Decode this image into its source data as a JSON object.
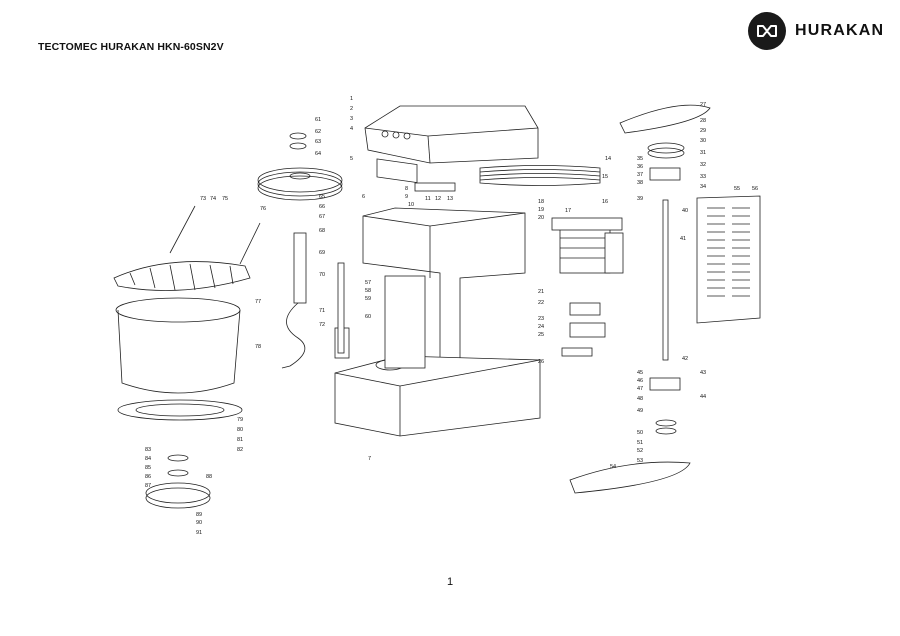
{
  "header": {
    "title": "TECTOMEC HURAKAN HKN-60SN2V",
    "brand": "HURAKAN",
    "logo_icon": "hurakan-infinity-logo-icon"
  },
  "footer": {
    "page_number": "1"
  },
  "diagram": {
    "part_labels": [
      {
        "id": "1"
      },
      {
        "id": "2"
      },
      {
        "id": "3"
      },
      {
        "id": "4"
      },
      {
        "id": "5"
      },
      {
        "id": "6"
      },
      {
        "id": "7"
      },
      {
        "id": "8"
      },
      {
        "id": "9"
      },
      {
        "id": "10"
      },
      {
        "id": "11"
      },
      {
        "id": "12"
      },
      {
        "id": "13"
      },
      {
        "id": "14"
      },
      {
        "id": "15"
      },
      {
        "id": "16"
      },
      {
        "id": "17"
      },
      {
        "id": "18"
      },
      {
        "id": "19"
      },
      {
        "id": "20"
      },
      {
        "id": "21"
      },
      {
        "id": "22"
      },
      {
        "id": "23"
      },
      {
        "id": "24"
      },
      {
        "id": "25"
      },
      {
        "id": "26"
      },
      {
        "id": "27"
      },
      {
        "id": "28"
      },
      {
        "id": "29"
      },
      {
        "id": "30"
      },
      {
        "id": "31"
      },
      {
        "id": "32"
      },
      {
        "id": "33"
      },
      {
        "id": "34"
      },
      {
        "id": "35"
      },
      {
        "id": "36"
      },
      {
        "id": "37"
      },
      {
        "id": "38"
      },
      {
        "id": "39"
      },
      {
        "id": "40"
      },
      {
        "id": "41"
      },
      {
        "id": "42"
      },
      {
        "id": "43"
      },
      {
        "id": "44"
      },
      {
        "id": "45"
      },
      {
        "id": "46"
      },
      {
        "id": "47"
      },
      {
        "id": "48"
      },
      {
        "id": "49"
      },
      {
        "id": "50"
      },
      {
        "id": "51"
      },
      {
        "id": "52"
      },
      {
        "id": "53"
      },
      {
        "id": "54"
      },
      {
        "id": "55"
      },
      {
        "id": "56"
      },
      {
        "id": "57"
      },
      {
        "id": "58"
      },
      {
        "id": "59"
      },
      {
        "id": "60"
      },
      {
        "id": "61"
      },
      {
        "id": "62"
      },
      {
        "id": "63"
      },
      {
        "id": "64"
      },
      {
        "id": "65"
      },
      {
        "id": "66"
      },
      {
        "id": "67"
      },
      {
        "id": "68"
      },
      {
        "id": "69"
      },
      {
        "id": "70"
      },
      {
        "id": "71"
      },
      {
        "id": "72"
      },
      {
        "id": "73"
      },
      {
        "id": "74"
      },
      {
        "id": "75"
      },
      {
        "id": "76"
      },
      {
        "id": "77"
      },
      {
        "id": "78"
      },
      {
        "id": "79"
      },
      {
        "id": "80"
      },
      {
        "id": "81"
      },
      {
        "id": "82"
      },
      {
        "id": "83"
      },
      {
        "id": "84"
      },
      {
        "id": "85"
      },
      {
        "id": "86"
      },
      {
        "id": "87"
      },
      {
        "id": "88"
      },
      {
        "id": "89"
      },
      {
        "id": "90"
      },
      {
        "id": "91"
      }
    ]
  }
}
